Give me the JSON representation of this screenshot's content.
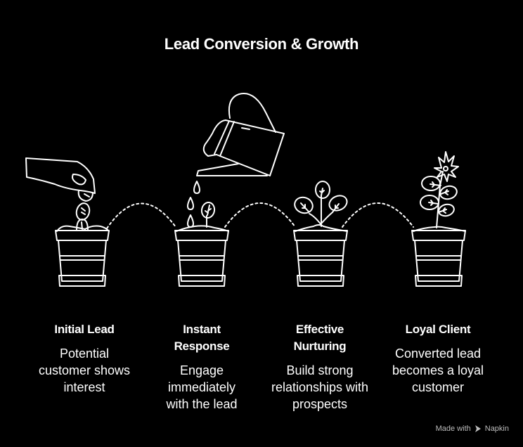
{
  "title": "Lead Conversion & Growth",
  "steps": [
    {
      "title": "Initial Lead",
      "description": "Potential customer shows interest",
      "icon": "hand-dropping-seed-pot"
    },
    {
      "title": "Instant Response",
      "description": "Engage immediately with the lead",
      "icon": "watering-can-sprout-pot"
    },
    {
      "title": "Effective Nurturing",
      "description": "Build strong relationships with prospects",
      "icon": "growing-plant-pot"
    },
    {
      "title": "Loyal Client",
      "description": "Converted lead becomes a loyal customer",
      "icon": "flowering-plant-pot"
    }
  ],
  "connector": "dotted-arc",
  "footer": {
    "prefix": "Made with",
    "brand": "Napkin"
  },
  "colors": {
    "background": "#000000",
    "stroke": "#ffffff",
    "footer_text": "#bdbdbd"
  }
}
